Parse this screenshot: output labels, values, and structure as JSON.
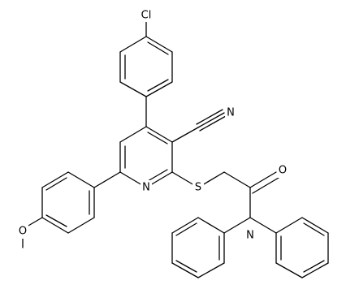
{
  "atom_labels": {
    "chlorine": "Cl",
    "nitrile_nitrogen": "N",
    "pyridine_nitrogen": "N",
    "sulfur": "S",
    "carbonyl_oxygen": "O",
    "amide_nitrogen": "N",
    "ether_oxygen": "O"
  },
  "colors": {
    "ink": "#000000",
    "background": "#ffffff"
  }
}
